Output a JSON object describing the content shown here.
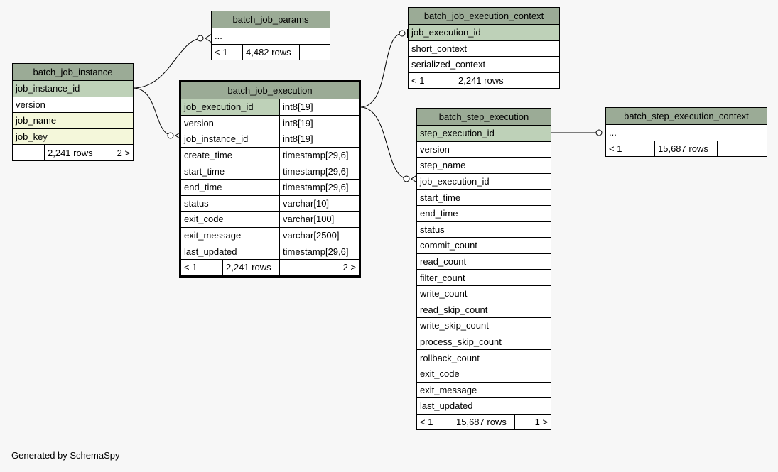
{
  "tables": {
    "batch_job_params": {
      "name": "batch_job_params",
      "columns": [
        "..."
      ],
      "footer": [
        "< 1",
        "4,482 rows",
        ""
      ]
    },
    "batch_job_instance": {
      "name": "batch_job_instance",
      "columns": [
        "job_instance_id",
        "version",
        "job_name",
        "job_key"
      ],
      "footer": [
        "",
        "2,241 rows",
        "2 >"
      ]
    },
    "batch_job_execution": {
      "name": "batch_job_execution",
      "columns": [
        {
          "name": "job_execution_id",
          "type": "int8[19]"
        },
        {
          "name": "version",
          "type": "int8[19]"
        },
        {
          "name": "job_instance_id",
          "type": "int8[19]"
        },
        {
          "name": "create_time",
          "type": "timestamp[29,6]"
        },
        {
          "name": "start_time",
          "type": "timestamp[29,6]"
        },
        {
          "name": "end_time",
          "type": "timestamp[29,6]"
        },
        {
          "name": "status",
          "type": "varchar[10]"
        },
        {
          "name": "exit_code",
          "type": "varchar[100]"
        },
        {
          "name": "exit_message",
          "type": "varchar[2500]"
        },
        {
          "name": "last_updated",
          "type": "timestamp[29,6]"
        }
      ],
      "footer": [
        "< 1",
        "2,241 rows",
        "2 >"
      ]
    },
    "batch_job_execution_context": {
      "name": "batch_job_execution_context",
      "columns": [
        "job_execution_id",
        "short_context",
        "serialized_context"
      ],
      "footer": [
        "< 1",
        "2,241 rows",
        ""
      ]
    },
    "batch_step_execution": {
      "name": "batch_step_execution",
      "columns": [
        "step_execution_id",
        "version",
        "step_name",
        "job_execution_id",
        "start_time",
        "end_time",
        "status",
        "commit_count",
        "read_count",
        "filter_count",
        "write_count",
        "read_skip_count",
        "write_skip_count",
        "process_skip_count",
        "rollback_count",
        "exit_code",
        "exit_message",
        "last_updated"
      ],
      "footer": [
        "< 1",
        "15,687 rows",
        "1 >"
      ]
    },
    "batch_step_execution_context": {
      "name": "batch_step_execution_context",
      "columns": [
        "..."
      ],
      "footer": [
        "< 1",
        "15,687 rows",
        ""
      ]
    }
  },
  "generated_by": "Generated by SchemaSpy"
}
